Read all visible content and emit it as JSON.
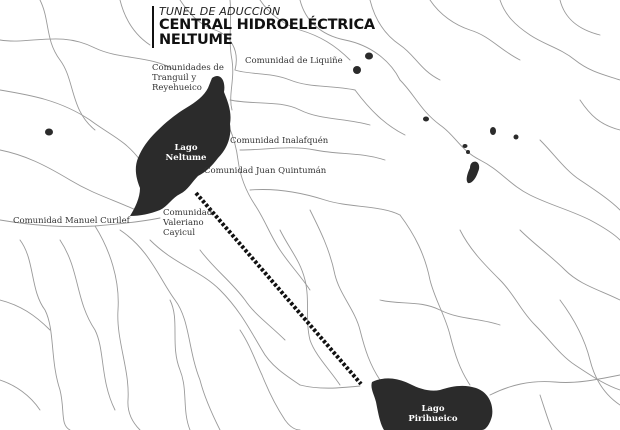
{
  "title": {
    "subtitle": "TUNEL DE ADUCCIÓN",
    "line1": "CENTRAL HIDROELÉCTRICA",
    "line2": "NELTUME"
  },
  "lakes": {
    "neltume": {
      "line1": "Lago",
      "line2": "Neltume"
    },
    "pirihueico": {
      "line1": "Lago",
      "line2": "Pirihueico"
    }
  },
  "communities": {
    "liquine": "Comunidad de Liquiñe",
    "tranguil_1": "Comunidades de",
    "tranguil_2": "Tranguil y",
    "tranguil_3": "Reyehueico",
    "inalafquen": "Comunidad Inalafquén",
    "quintuman": "Comunidad Juan Quintumán",
    "curilef": "Comunidad Manuel Curilef",
    "cayicul_1": "Comunidad",
    "cayicul_2": "Valeriano",
    "cayicul_3": "Cayicul"
  },
  "colors": {
    "lake_fill": "#2b2b2b",
    "river": "#9a9a9a",
    "tunnel": "#111111",
    "background": "#ffffff"
  }
}
